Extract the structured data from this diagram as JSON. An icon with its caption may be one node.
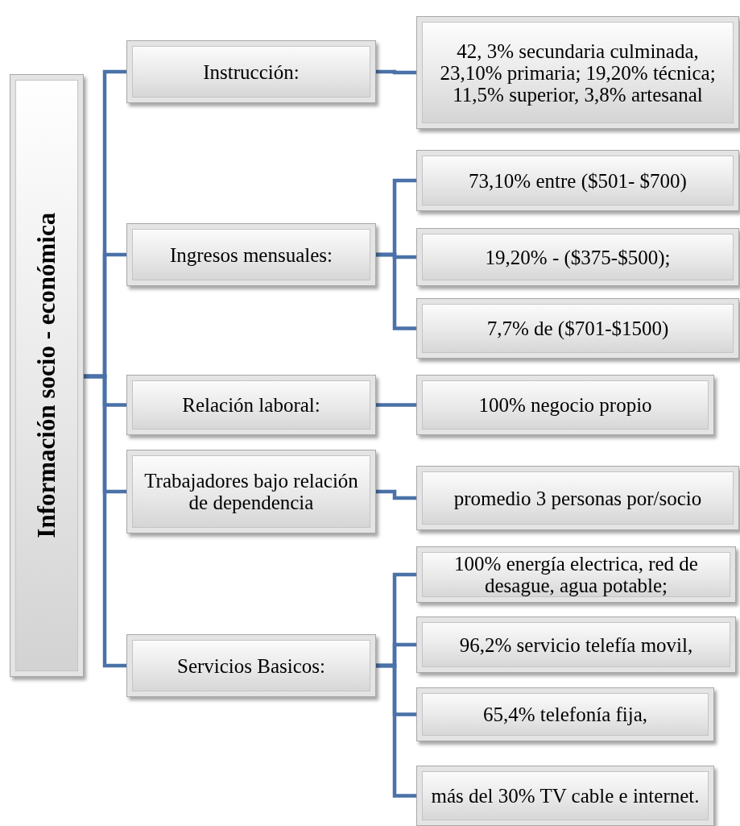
{
  "diagram": {
    "nodes": [
      {
        "text": [
          "Información socio - económica"
        ]
      },
      {
        "text": [
          "Instrucción:"
        ]
      },
      {
        "text": [
          "42, 3% secundaria culminada, 23,10% primaria; 19,20% técnica; 11,5% superior, 3,8% artesanal"
        ]
      },
      {
        "text": [
          "Ingresos mensuales:"
        ]
      },
      {
        "text": [
          "73,10% entre ($501- $700)"
        ]
      },
      {
        "text": [
          "19,20% - ($375-$500);"
        ]
      },
      {
        "text": [
          "7,7% de ($701-$1500)"
        ]
      },
      {
        "text": [
          "Relación laboral:"
        ]
      },
      {
        "text": [
          "100% negocio propio"
        ]
      },
      {
        "text": [
          "Trabajadores bajo relación de dependencia"
        ]
      },
      {
        "text": [
          "promedio 3 personas por/socio"
        ]
      },
      {
        "text": [
          "Servicios Basicos:"
        ]
      },
      {
        "text": [
          "100% energía electrica, red de desague, agua potable;"
        ]
      },
      {
        "text": [
          "96,2% servicio telefía movil,"
        ]
      },
      {
        "text": [
          "65,4% telefonía fija,"
        ]
      },
      {
        "text": [
          "más del 30% TV cable e internet."
        ]
      }
    ],
    "edges": [
      {
        "from": 0,
        "to": 1,
        "arrow": "none"
      },
      {
        "from": 0,
        "to": 3,
        "arrow": "none"
      },
      {
        "from": 0,
        "to": 7,
        "arrow": "none"
      },
      {
        "from": 0,
        "to": 9,
        "arrow": "none"
      },
      {
        "from": 0,
        "to": 11,
        "arrow": "none"
      },
      {
        "from": 1,
        "to": 2,
        "arrow": "none"
      },
      {
        "from": 3,
        "to": 4,
        "arrow": "none"
      },
      {
        "from": 3,
        "to": 5,
        "arrow": "none"
      },
      {
        "from": 3,
        "to": 6,
        "arrow": "none"
      },
      {
        "from": 7,
        "to": 8,
        "arrow": "none"
      },
      {
        "from": 9,
        "to": 10,
        "arrow": "none"
      },
      {
        "from": 11,
        "to": 12,
        "arrow": "none"
      },
      {
        "from": 11,
        "to": 13,
        "arrow": "none"
      },
      {
        "from": 11,
        "to": 14,
        "arrow": "none"
      },
      {
        "from": 11,
        "to": 15,
        "arrow": "none"
      }
    ]
  }
}
